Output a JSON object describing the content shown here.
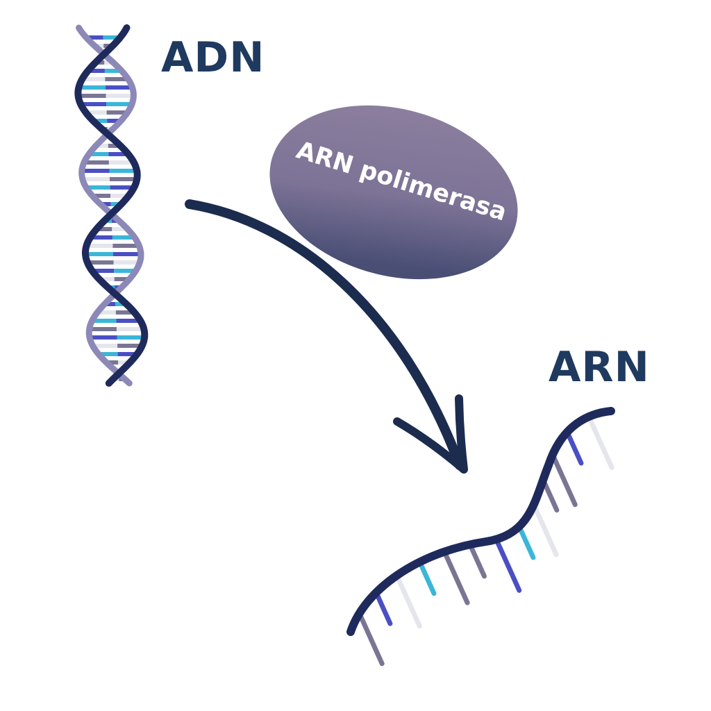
{
  "labels": {
    "dna": "ADN",
    "rna": "ARN",
    "enzyme": "ARN polimerasa"
  },
  "colors": {
    "label_text": "#1f3a5f",
    "backbone_dark": "#1f2a5c",
    "backbone_light": "#8c89b8",
    "enzyme_top": "#8e80a0",
    "enzyme_bottom": "#4a4e75",
    "arrow": "#1c2c4f",
    "base_blue": "#4a4fc4",
    "base_cyan": "#3bb6d8",
    "base_grey": "#7b7594",
    "base_white": "#e5e6ec"
  },
  "icons": {
    "dna": "dna-double-helix-icon",
    "rna": "rna-strand-icon",
    "enzyme": "rna-polymerase-ellipse",
    "arrow": "transcription-arrow-icon"
  }
}
